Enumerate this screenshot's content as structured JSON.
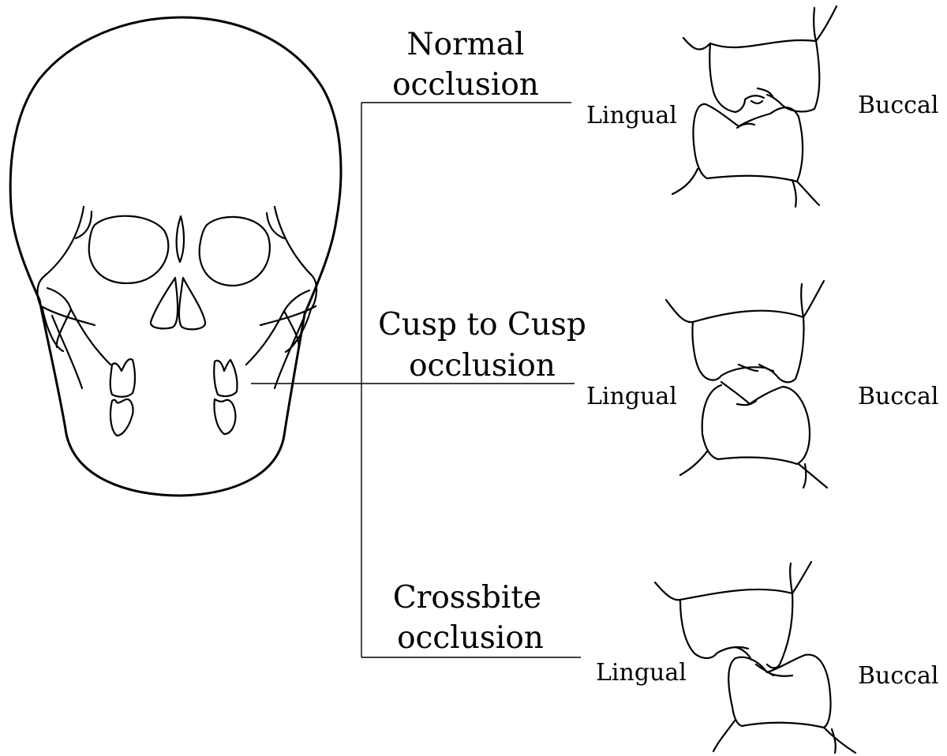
{
  "panels": [
    {
      "title_line1": "Normal",
      "title_line2": "occlusion",
      "left_label": "Lingual",
      "right_label": "Buccal"
    },
    {
      "title_line1": "Cusp to Cusp",
      "title_line2": "occlusion",
      "left_label": "Lingual",
      "right_label": "Buccal"
    },
    {
      "title_line1": "Crossbite",
      "title_line2": "occlusion",
      "left_label": "Lingual",
      "right_label": "Buccal"
    }
  ]
}
